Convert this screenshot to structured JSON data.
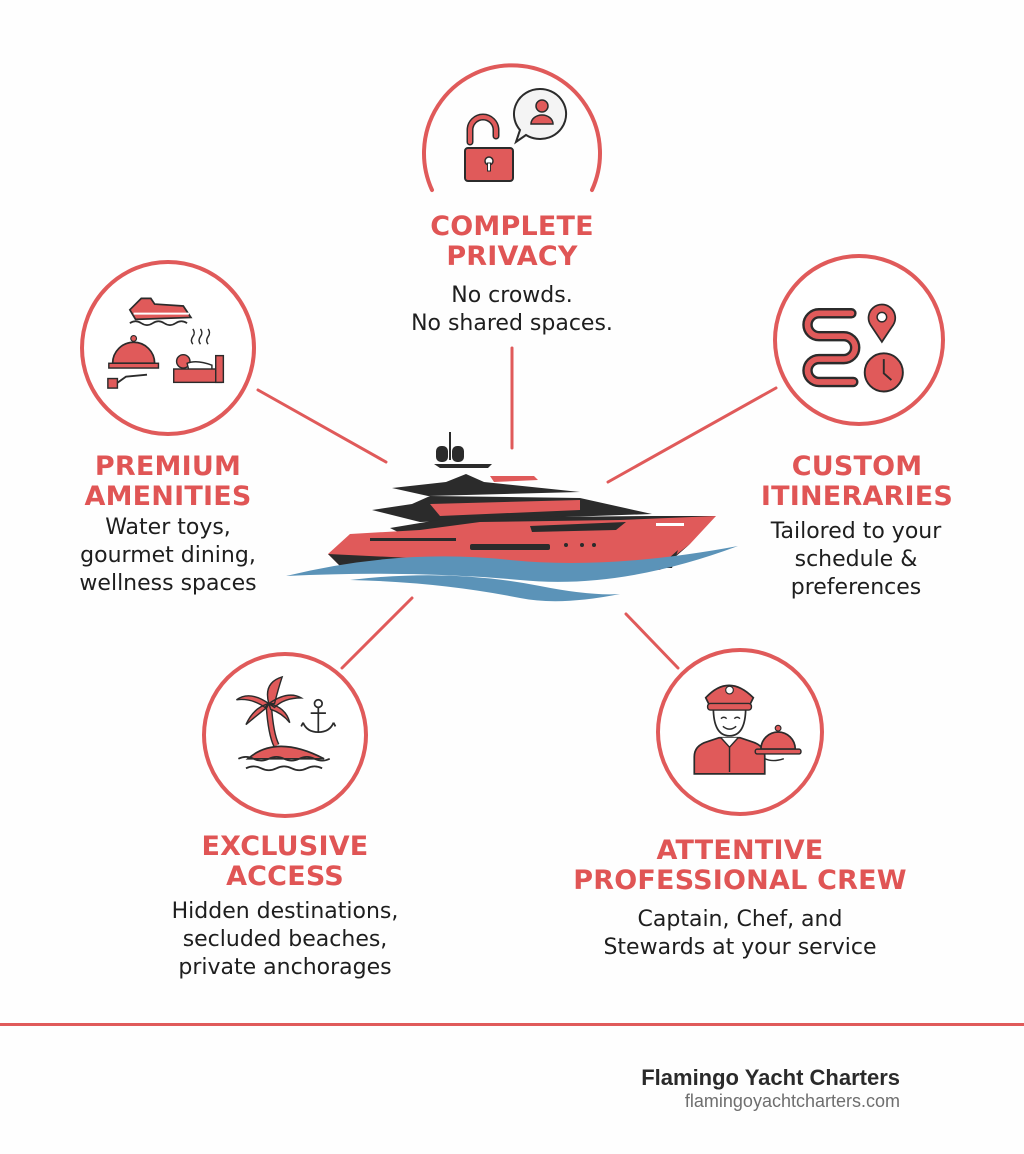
{
  "colors": {
    "accent": "#e05a5a",
    "dark": "#2b2b2b",
    "water": "#5b93b8",
    "text": "#1e1e1e"
  },
  "center": {
    "icon": "yacht-icon",
    "water_icon": "waves-icon"
  },
  "features": [
    {
      "id": "complete-privacy",
      "title_lines": [
        "COMPLETE",
        "PRIVACY"
      ],
      "desc_lines": [
        "No crowds.",
        "No shared spaces."
      ],
      "icons": [
        "unlocked-padlock-icon",
        "user-speech-bubble-icon"
      ]
    },
    {
      "id": "premium-amenities",
      "title_lines": [
        "PREMIUM",
        "AMENITIES"
      ],
      "desc_lines": [
        "Water toys,",
        "gourmet dining,",
        "wellness spaces"
      ],
      "icons": [
        "jet-ski-icon",
        "cloche-serving-icon",
        "spa-massage-icon"
      ]
    },
    {
      "id": "custom-itineraries",
      "title_lines": [
        "CUSTOM",
        "ITINERARIES"
      ],
      "desc_lines": [
        "Tailored to your",
        "schedule &",
        "preferences"
      ],
      "icons": [
        "winding-route-icon",
        "map-pin-icon",
        "clock-icon"
      ]
    },
    {
      "id": "exclusive-access",
      "title_lines": [
        "EXCLUSIVE",
        "ACCESS"
      ],
      "desc_lines": [
        "Hidden destinations,",
        "secluded beaches,",
        "private anchorages"
      ],
      "icons": [
        "palm-island-icon",
        "anchor-icon"
      ]
    },
    {
      "id": "attentive-professional-crew",
      "title_lines": [
        "ATTENTIVE",
        "PROFESSIONAL CREW"
      ],
      "desc_lines": [
        "Captain, Chef, and",
        "Stewards at your service"
      ],
      "icons": [
        "captain-steward-icon",
        "cloche-serving-icon"
      ]
    }
  ],
  "footer": {
    "brand_name": "Flamingo Yacht Charters",
    "brand_url": "flamingoyachtcharters.com"
  }
}
